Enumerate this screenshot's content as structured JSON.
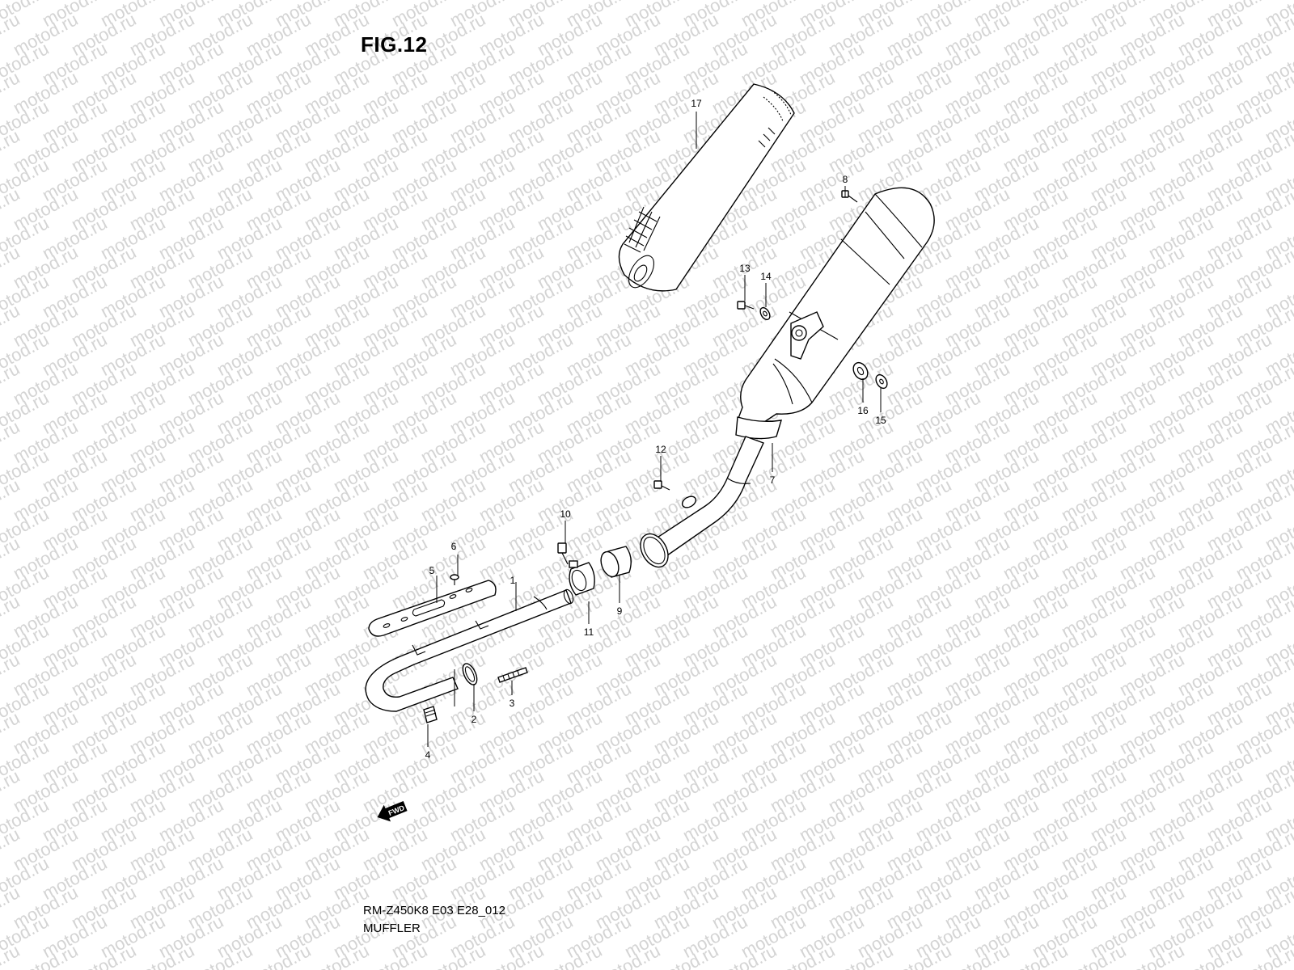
{
  "figure": {
    "title": "FIG.12",
    "model_code": "RM-Z450K8 E03 E28_012",
    "section_name": "MUFFLER"
  },
  "watermark": {
    "text": "motod.ru",
    "color": "#d4d4d4"
  },
  "direction_marker": {
    "label": "FWD",
    "icon": "forward-arrow-icon"
  },
  "callouts": [
    {
      "number": "1"
    },
    {
      "number": "2"
    },
    {
      "number": "3"
    },
    {
      "number": "4"
    },
    {
      "number": "5"
    },
    {
      "number": "6"
    },
    {
      "number": "7"
    },
    {
      "number": "8"
    },
    {
      "number": "9"
    },
    {
      "number": "10"
    },
    {
      "number": "11"
    },
    {
      "number": "12"
    },
    {
      "number": "13"
    },
    {
      "number": "14"
    },
    {
      "number": "15"
    },
    {
      "number": "16"
    },
    {
      "number": "17"
    }
  ]
}
